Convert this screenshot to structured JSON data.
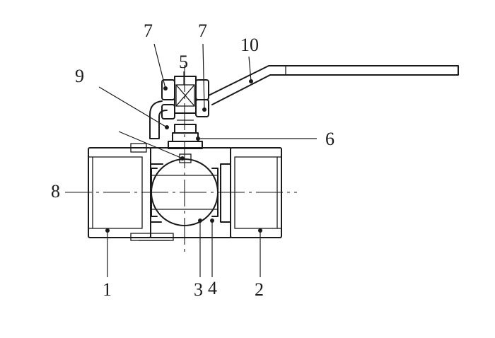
{
  "diagram": {
    "callouts": {
      "c1": "1",
      "c2": "2",
      "c3": "3",
      "c4": "4",
      "c5": "5",
      "c6": "6",
      "c7a": "7",
      "c7b": "7",
      "c8": "8",
      "c9": "9",
      "c10": "10"
    }
  }
}
